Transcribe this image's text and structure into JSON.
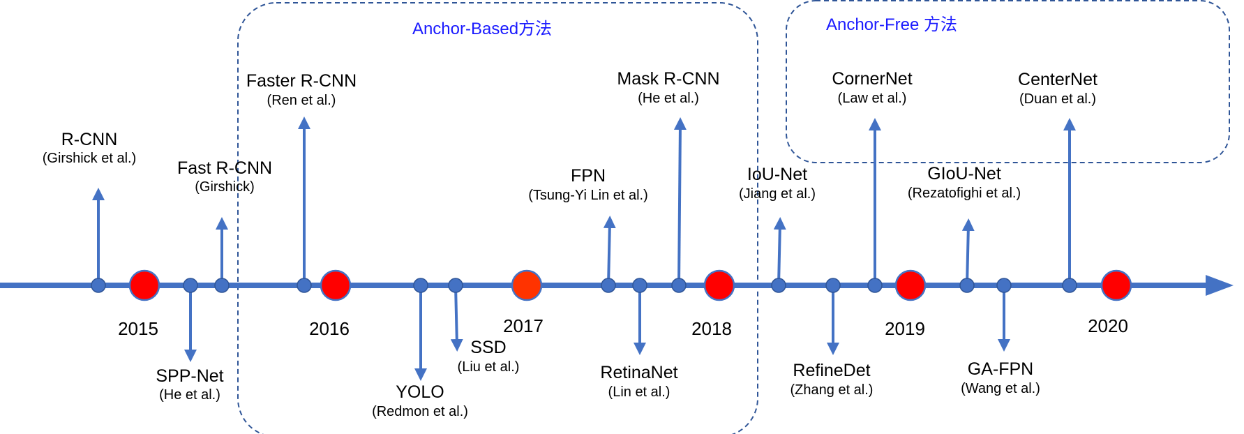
{
  "regions": [
    {
      "id": "anchor-based",
      "title": "Anchor-Based方法"
    },
    {
      "id": "anchor-free",
      "title": "Anchor-Free 方法"
    }
  ],
  "years": [
    "2015",
    "2016",
    "2017",
    "2018",
    "2019",
    "2020"
  ],
  "methods": [
    {
      "id": "rcnn",
      "name": "R-CNN",
      "authors": "(Girshick et al.)"
    },
    {
      "id": "spp-net",
      "name": "SPP-Net",
      "authors": "(He et al.)"
    },
    {
      "id": "fast-rcnn",
      "name": "Fast R-CNN",
      "authors": "(Girshick)"
    },
    {
      "id": "faster-rcnn",
      "name": "Faster R-CNN",
      "authors": "(Ren et al.)"
    },
    {
      "id": "yolo",
      "name": "YOLO",
      "authors": "(Redmon et al.)"
    },
    {
      "id": "ssd",
      "name": "SSD",
      "authors": "(Liu et al.)"
    },
    {
      "id": "fpn",
      "name": "FPN",
      "authors": "(Tsung-Yi Lin et al.)"
    },
    {
      "id": "retinanet",
      "name": "RetinaNet",
      "authors": "(Lin et al.)"
    },
    {
      "id": "mask-rcnn",
      "name": "Mask R-CNN",
      "authors": "(He et al.)"
    },
    {
      "id": "iou-net",
      "name": "IoU-Net",
      "authors": "(Jiang et al.)"
    },
    {
      "id": "refinedet",
      "name": "RefineDet",
      "authors": "(Zhang et al.)"
    },
    {
      "id": "cornernet",
      "name": "CornerNet",
      "authors": "(Law et al.)"
    },
    {
      "id": "giou-net",
      "name": "GIoU-Net",
      "authors": "(Rezatofighi et al.)"
    },
    {
      "id": "ga-fpn",
      "name": "GA-FPN",
      "authors": "(Wang et al.)"
    },
    {
      "id": "centernet",
      "name": "CenterNet",
      "authors": "(Duan et al.)"
    }
  ],
  "colors": {
    "axis": "#4472c4",
    "year_dot": "#ff0000",
    "year_dot_2017": "#ff3300",
    "method_dot": "#4472c4",
    "region_border": "#2f5597",
    "region_title": "#1a1aff"
  }
}
